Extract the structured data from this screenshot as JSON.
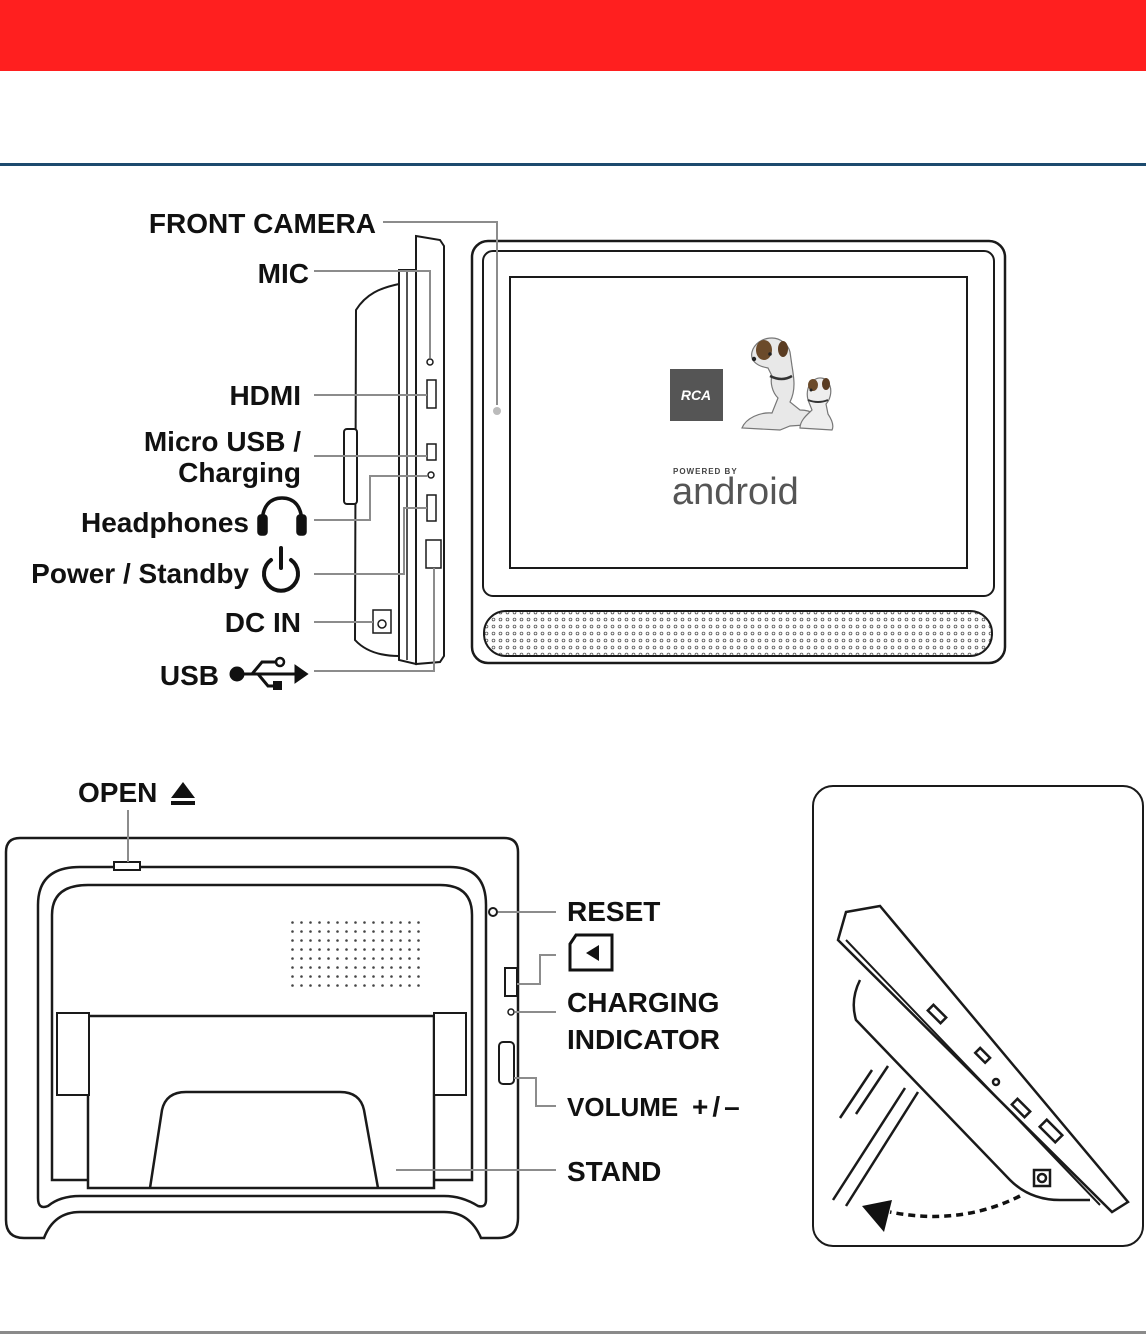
{
  "colors": {
    "header_red": "#ff1f1f",
    "rule_blue": "#1c4a6e",
    "line": "#8c8c8c",
    "ink": "#1a1a1a"
  },
  "side_labels": {
    "front_camera": "FRONT CAMERA",
    "mic": "MIC",
    "hdmi": "HDMI",
    "micro_usb_1": "Micro USB /",
    "micro_usb_2": "Charging",
    "headphones": "Headphones",
    "power": "Power / Standby",
    "dc_in": "DC IN",
    "usb": "USB"
  },
  "screen": {
    "brand_logo": "RCA",
    "powered_by": "POWERED BY",
    "os": "android"
  },
  "back_labels": {
    "open": "OPEN",
    "reset": "RESET",
    "charging_1": "CHARGING",
    "charging_2": "INDICATOR",
    "volume": "VOLUME",
    "volume_symbols": "+/–",
    "stand": "STAND"
  },
  "icons": [
    "headphones-icon",
    "power-icon",
    "usb-icon",
    "eject-icon",
    "sd-card-icon"
  ]
}
